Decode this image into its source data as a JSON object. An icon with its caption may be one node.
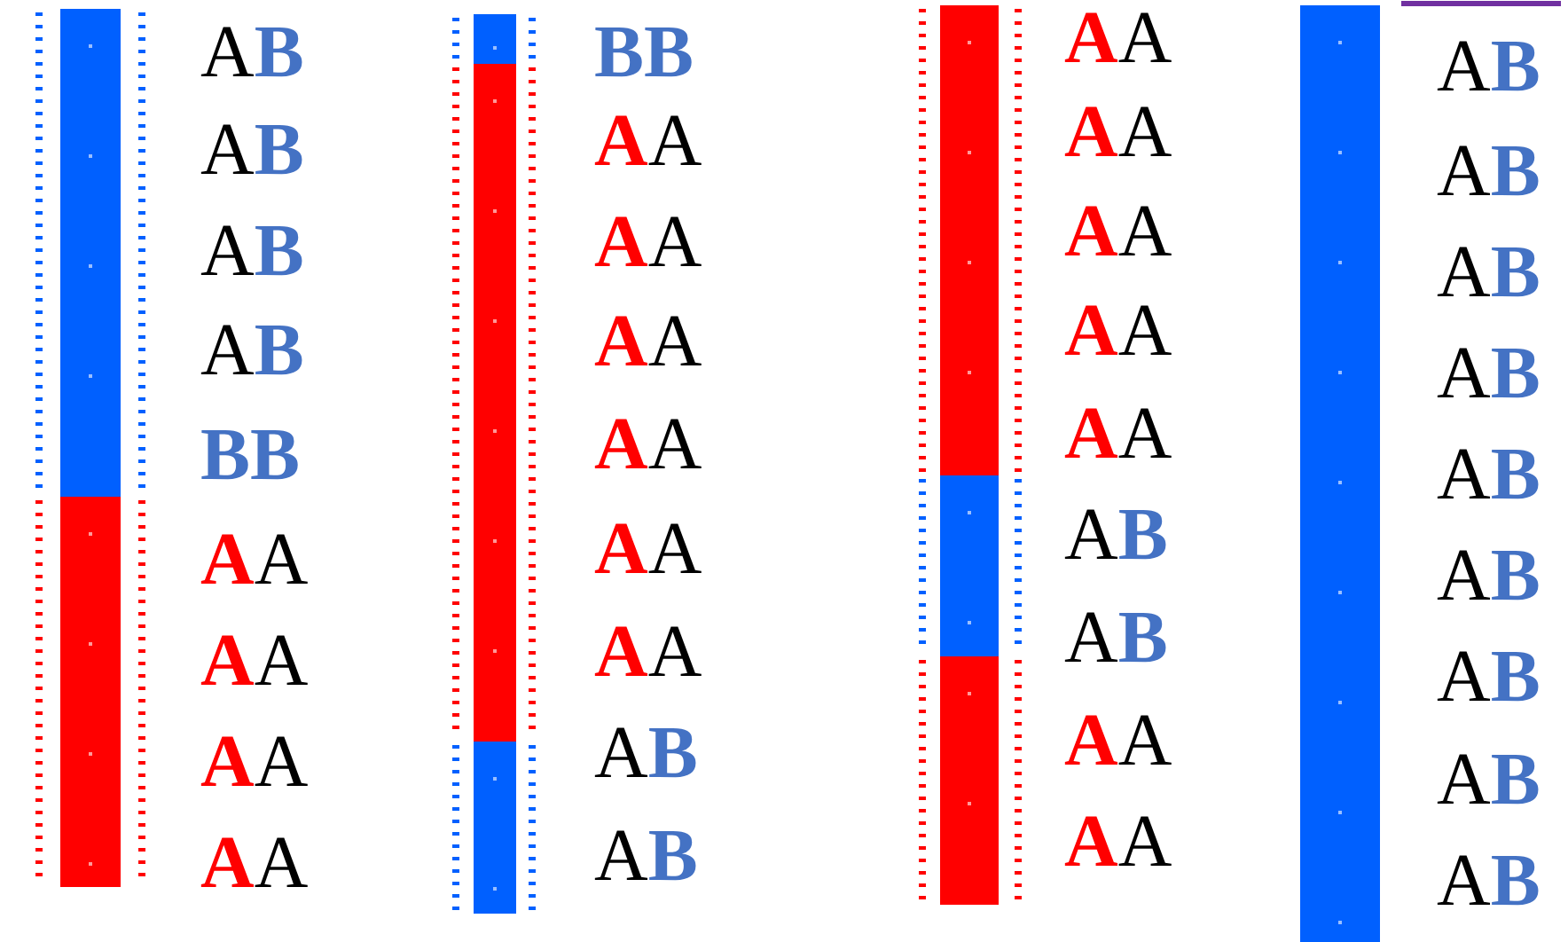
{
  "diagram": {
    "labels": [
      "AB",
      "AB",
      "AB",
      "AB",
      "BB",
      "AA",
      "AA",
      "AA",
      "AA",
      "BB",
      "AA",
      "AA",
      "AA",
      "AA",
      "AA",
      "AA",
      "AB",
      "AB",
      "AA",
      "AA",
      "AA",
      "AA",
      "AA",
      "AB",
      "AB",
      "AA",
      "AA",
      "AB",
      "AB",
      "AB",
      "AB",
      "AB",
      "AB",
      "AB",
      "AB",
      "AB"
    ]
  }
}
